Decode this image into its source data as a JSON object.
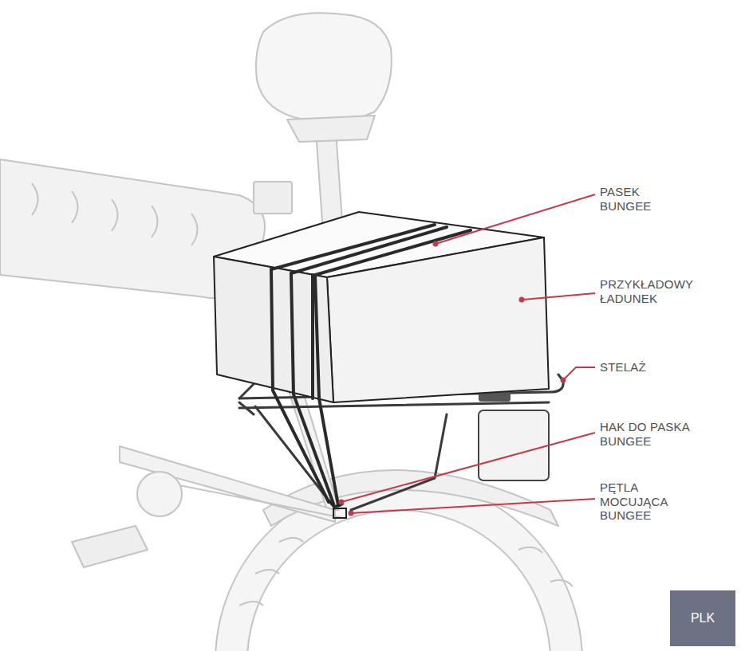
{
  "diagram": {
    "nodes": [
      {
        "text": [
          "PLK"
        ]
      }
    ],
    "labels": [
      "PASEK BUNGEE",
      "PRZYKŁADOWY ŁADUNEK",
      "STELAŻ",
      "HAK DO PASKA BUNGEE",
      "PĘTLA MOCUJĄCA BUNGEE"
    ]
  }
}
